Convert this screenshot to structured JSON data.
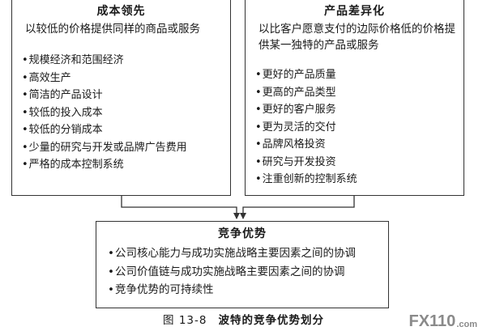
{
  "diagram": {
    "left": {
      "title": "成本领先",
      "desc": "以较低的价格提供同样的商品或服务",
      "items": [
        "规模经济和范围经济",
        "高效生产",
        "简洁的产品设计",
        "较低的投入成本",
        "较低的分销成本",
        "少量的研究与开发或品牌广告费用",
        "严格的成本控制系统"
      ]
    },
    "right": {
      "title": "产品差异化",
      "desc": "以比客户愿意支付的边际价格低的价格提供某一独特的产品或服务",
      "items": [
        "更好的产品质量",
        "更高的产品类型",
        "更好的客户服务",
        "更为灵活的交付",
        "品牌风格投资",
        "研究与开发投资",
        "注重创新的控制系统"
      ]
    },
    "bottom": {
      "title": "竞争优势",
      "items": [
        "公司核心能力与成功实施战略主要因素之间的协调",
        "公司价值链与成功实施战略主要因素之间的协调",
        "竞争优势的可持续性"
      ]
    }
  },
  "caption": {
    "number": "图 13-8",
    "text": "波特的竞争优势划分"
  },
  "watermark": {
    "brand": "FX110",
    "suffix": ".com"
  }
}
